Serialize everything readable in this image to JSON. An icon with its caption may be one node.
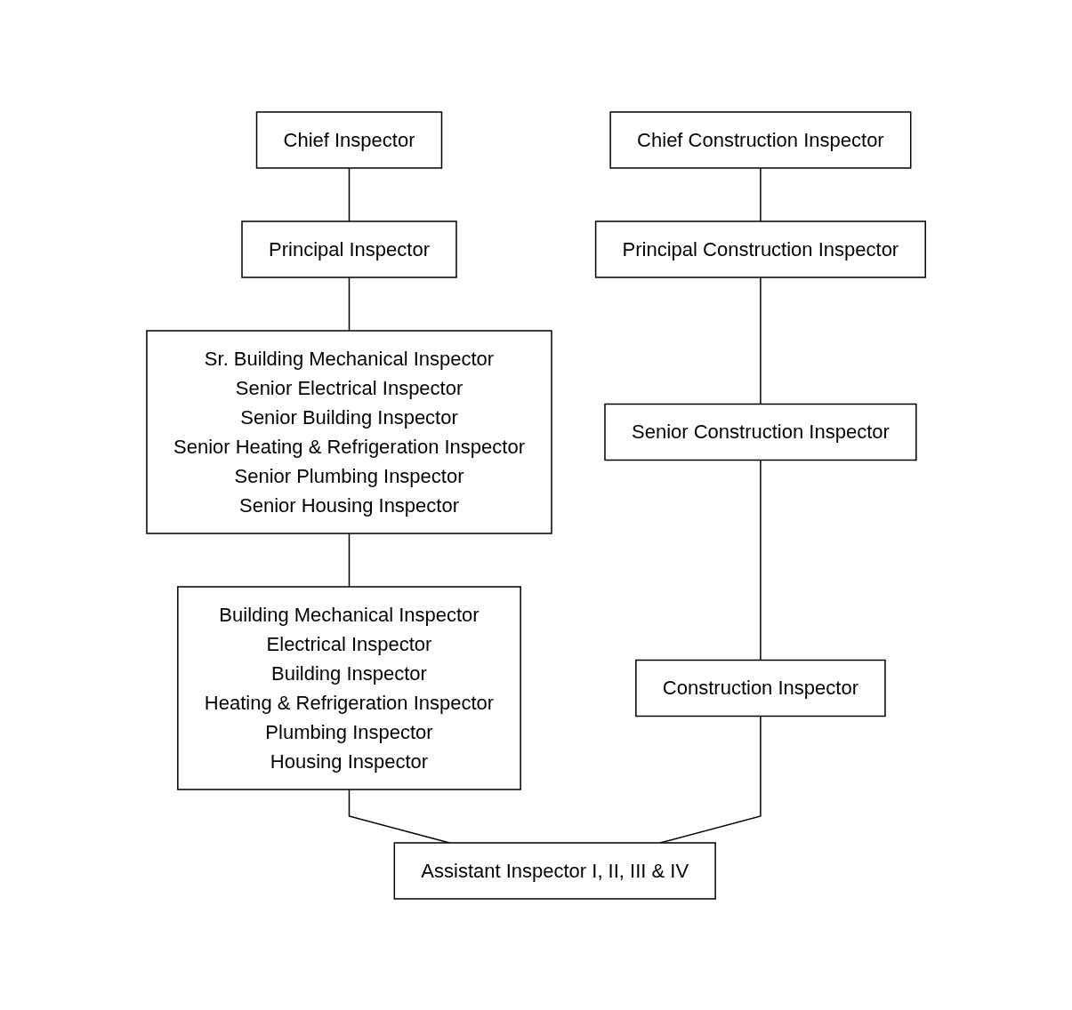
{
  "diagram": {
    "nodes": [
      {
        "text": [
          "Chief Inspector"
        ]
      },
      {
        "text": [
          "Chief Construction Inspector"
        ]
      },
      {
        "text": [
          "Principal Inspector"
        ]
      },
      {
        "text": [
          "Principal Construction Inspector"
        ]
      },
      {
        "text": [
          "Sr. Building Mechanical Inspector",
          "Senior Electrical Inspector",
          "Senior Building Inspector",
          "Senior Heating & Refrigeration Inspector",
          "Senior Plumbing Inspector",
          "Senior Housing Inspector"
        ]
      },
      {
        "text": [
          "Senior Construction Inspector"
        ]
      },
      {
        "text": [
          "Building Mechanical Inspector",
          "Electrical Inspector",
          "Building Inspector",
          "Heating & Refrigeration Inspector",
          "Plumbing Inspector",
          "Housing Inspector"
        ]
      },
      {
        "text": [
          "Construction Inspector"
        ]
      },
      {
        "text": [
          "Assistant Inspector I, II, III & IV"
        ]
      }
    ],
    "edges": [
      {
        "from": 0,
        "to": 2,
        "arrow": "none"
      },
      {
        "from": 2,
        "to": 4,
        "arrow": "none"
      },
      {
        "from": 4,
        "to": 6,
        "arrow": "none"
      },
      {
        "from": 6,
        "to": 8,
        "arrow": "none"
      },
      {
        "from": 1,
        "to": 3,
        "arrow": "none"
      },
      {
        "from": 3,
        "to": 5,
        "arrow": "none"
      },
      {
        "from": 5,
        "to": 7,
        "arrow": "none"
      },
      {
        "from": 7,
        "to": 8,
        "arrow": "none"
      }
    ]
  }
}
